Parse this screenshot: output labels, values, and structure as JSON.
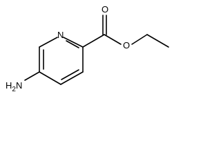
{
  "molecule": {
    "atoms": {
      "ring_nitrogen": "N",
      "carbonyl_oxygen": "O",
      "ester_oxygen": "O",
      "amine": {
        "main": "H",
        "sub": "2",
        "tail": "N"
      }
    },
    "colors": {
      "bond": "#000000",
      "label": "#000000",
      "background": "#ffffff"
    }
  }
}
